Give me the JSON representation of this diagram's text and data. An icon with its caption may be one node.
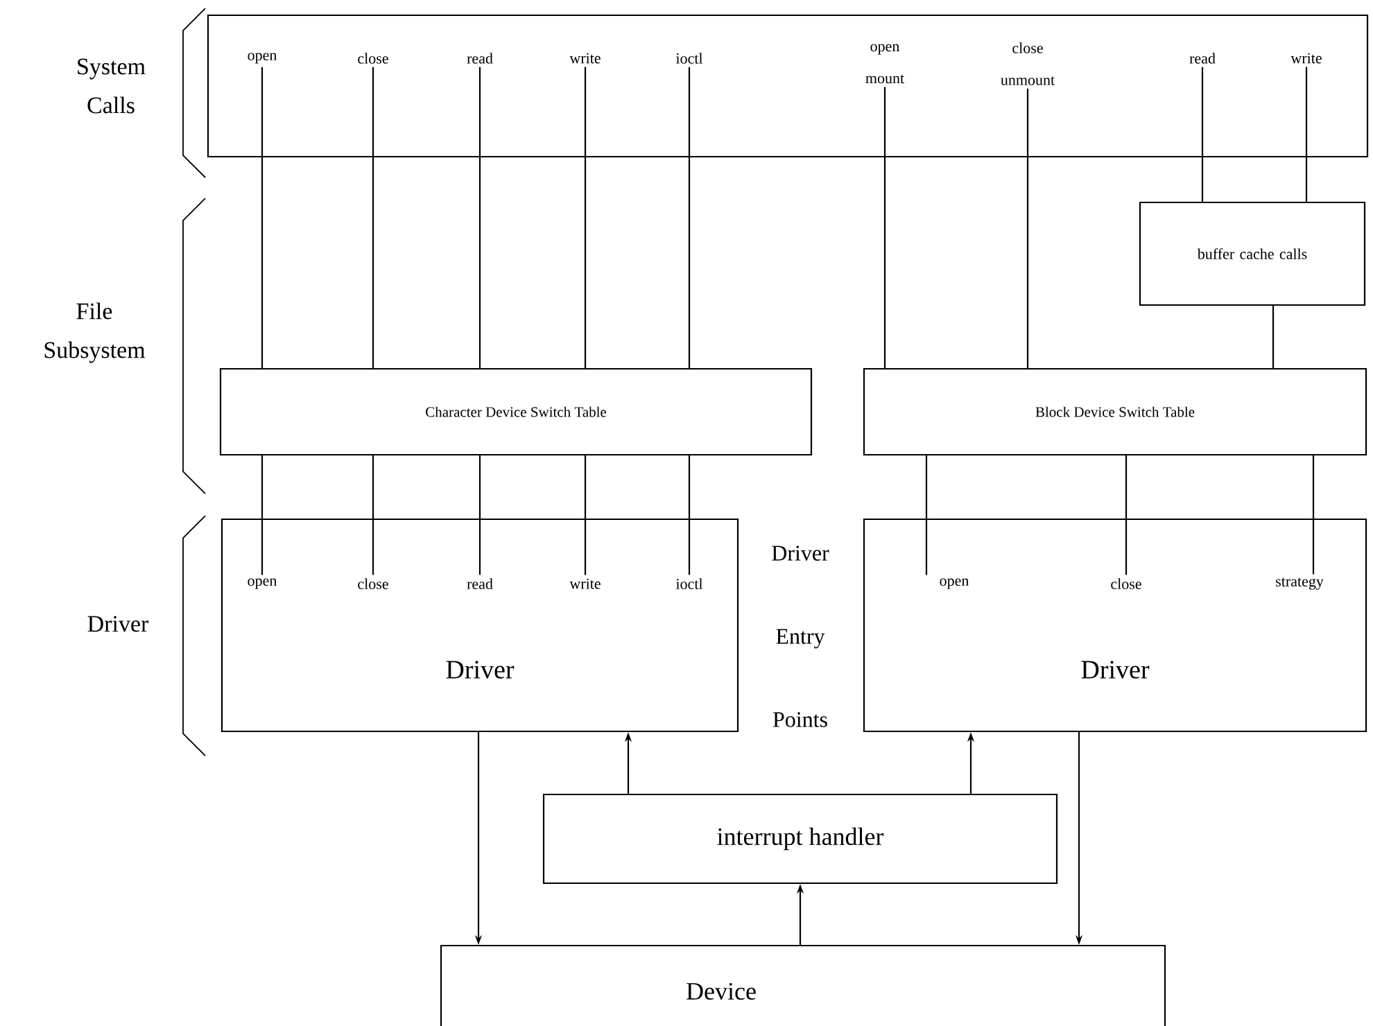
{
  "diagram": {
    "nodes": [
      {
        "text": [],
        "shape": "box"
      },
      {
        "text": [
          "open"
        ],
        "in": 0
      },
      {
        "text": [
          "close"
        ],
        "in": 0
      },
      {
        "text": [
          "read"
        ],
        "in": 0
      },
      {
        "text": [
          "write"
        ],
        "in": 0
      },
      {
        "text": [
          "ioctl"
        ],
        "in": 0
      },
      {
        "text": [
          "open mount"
        ],
        "in": 0
      },
      {
        "text": [
          "close unmount"
        ],
        "in": 0
      },
      {
        "text": [
          "read"
        ],
        "in": 0
      },
      {
        "text": [
          "write"
        ],
        "in": 0
      },
      {
        "text": [
          "buffer cache calls"
        ]
      },
      {
        "text": [
          "Character Device Switch Table"
        ]
      },
      {
        "text": [
          "Block Device Switch Table"
        ]
      },
      {
        "text": [
          "Driver"
        ]
      },
      {
        "text": [
          "open"
        ],
        "in": 13
      },
      {
        "text": [
          "close"
        ],
        "in": 13
      },
      {
        "text": [
          "read"
        ],
        "in": 13
      },
      {
        "text": [
          "write"
        ],
        "in": 13
      },
      {
        "text": [
          "ioctl"
        ],
        "in": 13
      },
      {
        "text": [
          "Driver"
        ]
      },
      {
        "text": [
          "open"
        ],
        "in": 19
      },
      {
        "text": [
          "close"
        ],
        "in": 19
      },
      {
        "text": [
          "strategy"
        ],
        "in": 19
      },
      {
        "text": [
          "interrupt handler"
        ]
      },
      {
        "text": [
          "Device"
        ]
      }
    ],
    "edges": [
      {
        "from": 1,
        "to": 11,
        "arrow": "none"
      },
      {
        "from": 2,
        "to": 11,
        "arrow": "none"
      },
      {
        "from": 3,
        "to": 11,
        "arrow": "none"
      },
      {
        "from": 4,
        "to": 11,
        "arrow": "none"
      },
      {
        "from": 5,
        "to": 11,
        "arrow": "none"
      },
      {
        "from": 11,
        "to": 14,
        "arrow": "none"
      },
      {
        "from": 11,
        "to": 15,
        "arrow": "none"
      },
      {
        "from": 11,
        "to": 16,
        "arrow": "none"
      },
      {
        "from": 11,
        "to": 17,
        "arrow": "none"
      },
      {
        "from": 11,
        "to": 18,
        "arrow": "none"
      },
      {
        "from": 6,
        "to": 12,
        "arrow": "none"
      },
      {
        "from": 7,
        "to": 12,
        "arrow": "none"
      },
      {
        "from": 8,
        "to": 10,
        "arrow": "none"
      },
      {
        "from": 9,
        "to": 10,
        "arrow": "none"
      },
      {
        "from": 10,
        "to": 12,
        "arrow": "none"
      },
      {
        "from": 12,
        "to": 20,
        "arrow": "none"
      },
      {
        "from": 12,
        "to": 21,
        "arrow": "none"
      },
      {
        "from": 12,
        "to": 22,
        "arrow": "none"
      },
      {
        "from": 13,
        "to": 24,
        "arrow": "to"
      },
      {
        "from": 23,
        "to": 13,
        "arrow": "to"
      },
      {
        "from": 23,
        "to": 19,
        "arrow": "to"
      },
      {
        "from": 24,
        "to": 23,
        "arrow": "to"
      },
      {
        "from": 19,
        "to": 24,
        "arrow": "to"
      }
    ],
    "labels": [
      "System Calls",
      "File Subsystem",
      "Driver",
      "Driver Entry Points"
    ]
  }
}
